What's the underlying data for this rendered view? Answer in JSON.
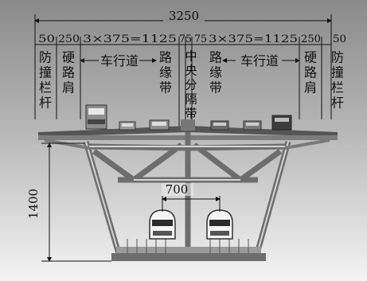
{
  "dimensions": {
    "total_width": "3250",
    "top_labels": [
      "50",
      "250",
      "3×375=1125",
      "75",
      "75",
      "3×375=1125",
      "250",
      "50"
    ],
    "train_gap": "700",
    "height": "1400"
  },
  "zones": [
    {
      "id": "barrier-left",
      "text": "防撞栏杆"
    },
    {
      "id": "shoulder-left",
      "text": "硬路肩"
    },
    {
      "id": "lanes-left",
      "text": "车行道"
    },
    {
      "id": "edge-strip-left",
      "text": "路缘带"
    },
    {
      "id": "median",
      "text": "中央分隔带"
    },
    {
      "id": "edge-strip-right",
      "text": "路缘带"
    },
    {
      "id": "lanes-right",
      "text": "车行道"
    },
    {
      "id": "shoulder-right",
      "text": "硬路肩"
    },
    {
      "id": "barrier-right",
      "text": "防撞栏杆"
    }
  ],
  "colors": {
    "background_top": "#8a8a8a",
    "background_bottom": "#f2f2f2",
    "steel": "#6d6d6d",
    "steel_light": "#cfcfcf",
    "ink": "#111111"
  }
}
